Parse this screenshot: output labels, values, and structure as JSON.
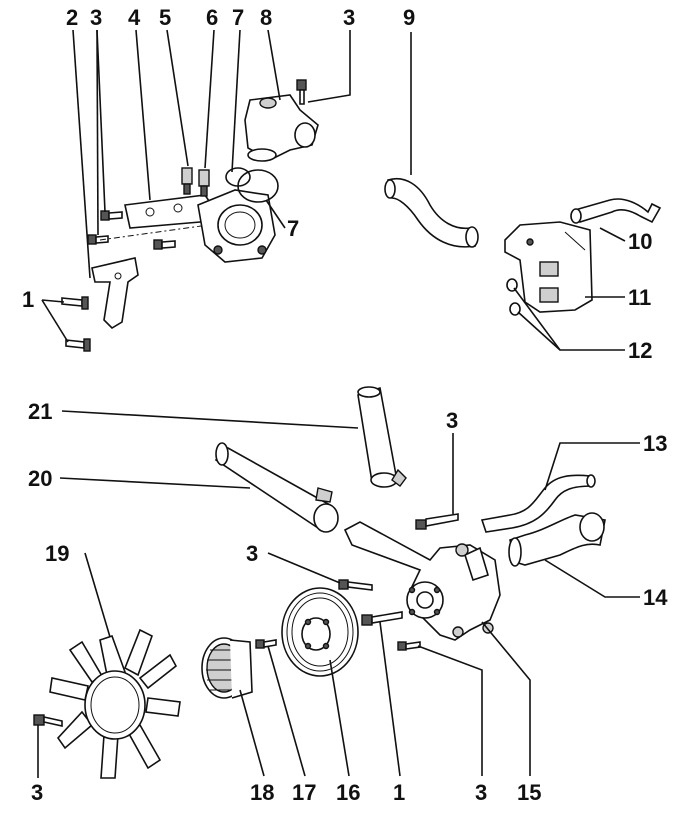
{
  "callouts": [
    {
      "id": "c2a",
      "text": "2"
    },
    {
      "id": "c3a",
      "text": "3"
    },
    {
      "id": "c4",
      "text": "4"
    },
    {
      "id": "c5",
      "text": "5"
    },
    {
      "id": "c6",
      "text": "6"
    },
    {
      "id": "c7a",
      "text": "7"
    },
    {
      "id": "c8",
      "text": "8"
    },
    {
      "id": "c3b",
      "text": "3"
    },
    {
      "id": "c9",
      "text": "9"
    },
    {
      "id": "c7b",
      "text": "7"
    },
    {
      "id": "c10",
      "text": "10"
    },
    {
      "id": "c1a",
      "text": "1"
    },
    {
      "id": "c11",
      "text": "11"
    },
    {
      "id": "c12",
      "text": "12"
    },
    {
      "id": "c21",
      "text": "21"
    },
    {
      "id": "c3c",
      "text": "3"
    },
    {
      "id": "c13",
      "text": "13"
    },
    {
      "id": "c20",
      "text": "20"
    },
    {
      "id": "c19",
      "text": "19"
    },
    {
      "id": "c3d",
      "text": "3"
    },
    {
      "id": "c14",
      "text": "14"
    },
    {
      "id": "c3e",
      "text": "3"
    },
    {
      "id": "c18",
      "text": "18"
    },
    {
      "id": "c17",
      "text": "17"
    },
    {
      "id": "c16",
      "text": "16"
    },
    {
      "id": "c1b",
      "text": "1"
    },
    {
      "id": "c3f",
      "text": "3"
    },
    {
      "id": "c15",
      "text": "15"
    }
  ]
}
